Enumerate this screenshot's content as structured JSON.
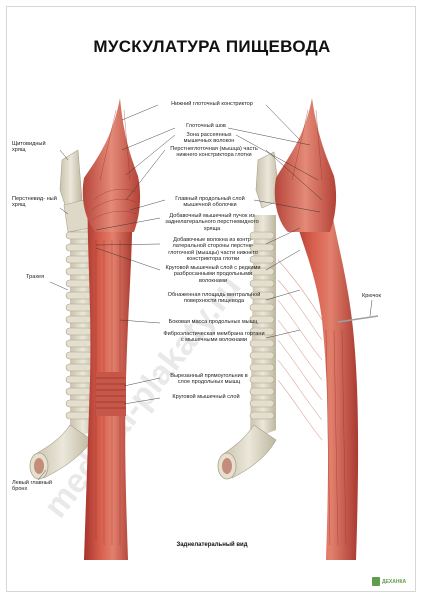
{
  "title": "МУСКУЛАТУРА ПИЩЕВОДА",
  "caption": "Заднелатеральный вид",
  "logo": "ДЕХАНКА",
  "watermark": "medical-plakaty.ru",
  "labels_left": {
    "thyroid": "Щитовидный хрящ",
    "cricoid": "Перстневид- ный хрящ",
    "trachea": "Трахея",
    "bronchus": "Левый главный бронх"
  },
  "labels_center": {
    "l1": "Нижний глоточный констриктор",
    "l2": "Глоточный шов",
    "l3": "Зона рассеянных мышечных волокон",
    "l4": "Перстнеглоточная (мышца) часть нижнего констриктора глотки",
    "l5": "Главный продольный слой мышечной оболочки",
    "l6": "Добавочный мышечный пучок из заднелатерального перстневидного хряща",
    "l7": "Добавочные волокна из контр- латеральной стороны перстне- глоточной (мышцы) части нижнего констриктора глотки",
    "l8": "Круговой мышечный слой с редкими разбросанными продольными волокнами",
    "l9": "Обнаженная площадь вентральной поверхности пищевода",
    "l10": "Боковая масса продольных мышц",
    "l11": "Фиброэластическая мембрана гортани с мышечными волокнами",
    "l12": "Вырезанный прямоугольник в слое продольных мышц",
    "l13": "Круговой мышечный слой"
  },
  "labels_right": {
    "hook": "Крючок"
  },
  "colors": {
    "muscle": "#c94a3e",
    "muscle_dark": "#9e2f28",
    "muscle_light": "#e07a68",
    "cartilage": "#dcd7c6",
    "cartilage_shade": "#b8b19c",
    "leader": "#333333"
  }
}
